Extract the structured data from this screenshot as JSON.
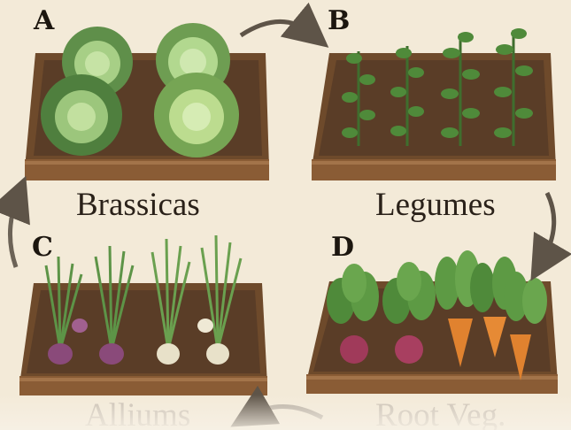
{
  "beds": [
    {
      "letter": "A",
      "label": "Brassicas"
    },
    {
      "letter": "B",
      "label": "Legumes"
    },
    {
      "letter": "C",
      "label": "Alliums"
    },
    {
      "letter": "D",
      "label": "Root Veg."
    }
  ],
  "colors": {
    "background": "#f3ead8",
    "wood": "#7a5230",
    "soil": "#5a3d27",
    "arrow": "#5e5448",
    "leaf": "#4f8a3a",
    "cabbage": "#8fbf6a",
    "carrot": "#e0822f",
    "beet": "#a03a5a"
  },
  "arrows": [
    "arrow-a-to-b",
    "arrow-b-to-d",
    "arrow-d-to-c",
    "arrow-c-to-a"
  ]
}
